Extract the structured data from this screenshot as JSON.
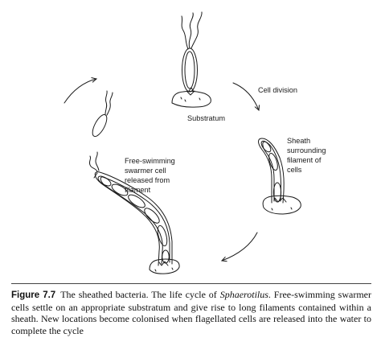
{
  "diagram": {
    "labels": {
      "cell_division": "Cell division",
      "substratum": "Substratum",
      "sheath": [
        "Sheath",
        "surrounding",
        "filament of",
        "cells"
      ],
      "swarmer": [
        "Free-swimming",
        "swarmer cell",
        "released from",
        "filament"
      ]
    }
  },
  "caption": {
    "figure_number": "Figure 7.7",
    "text_before_italic": "The sheathed bacteria. The life cycle of ",
    "italic": "Sphaerotilus",
    "text_after_italic": ". Free-swimming swarmer cells settle on an appropriate substratum and give rise to long filaments contained within a sheath. New locations become colonised when flagellated cells are released into the water to complete the cycle"
  },
  "colors": {
    "ink": "#1a1a1a",
    "background": "#ffffff"
  }
}
